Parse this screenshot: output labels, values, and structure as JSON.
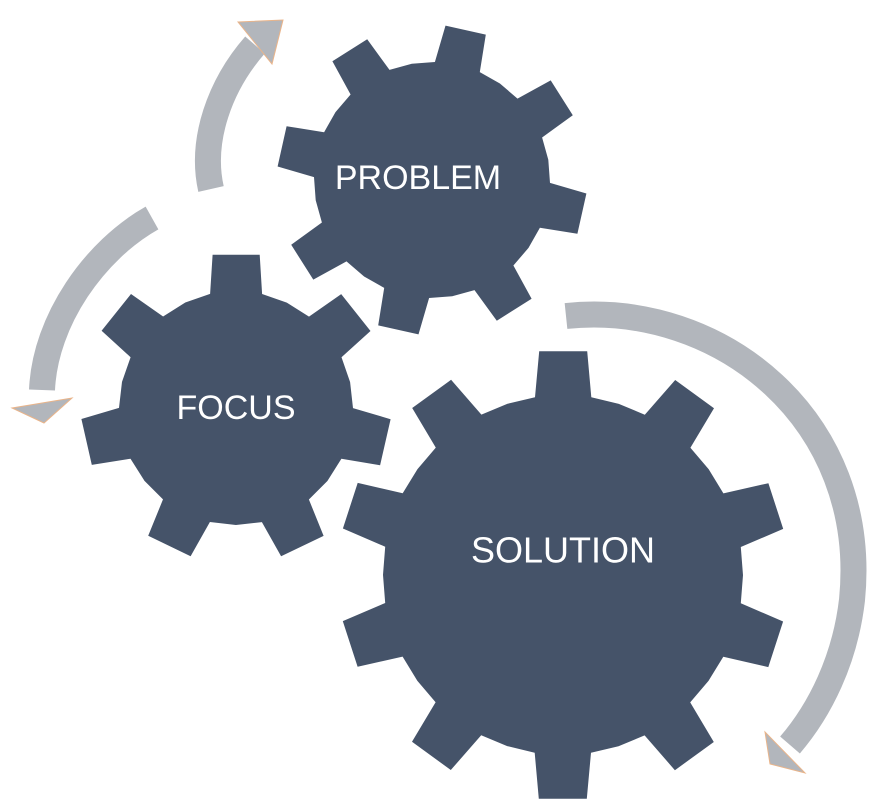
{
  "colors": {
    "gear": "#455369",
    "arrow": "#b2b6bc",
    "arrow_edge": "#e9b48a",
    "label": "#ffffff",
    "background": "#ffffff"
  },
  "gears": {
    "problem": {
      "label": "PROBLEM"
    },
    "focus": {
      "label": "FOCUS"
    },
    "solution": {
      "label": "SOLUTION"
    }
  },
  "arrows": [
    "arrow-top-left",
    "arrow-left",
    "arrow-right"
  ]
}
